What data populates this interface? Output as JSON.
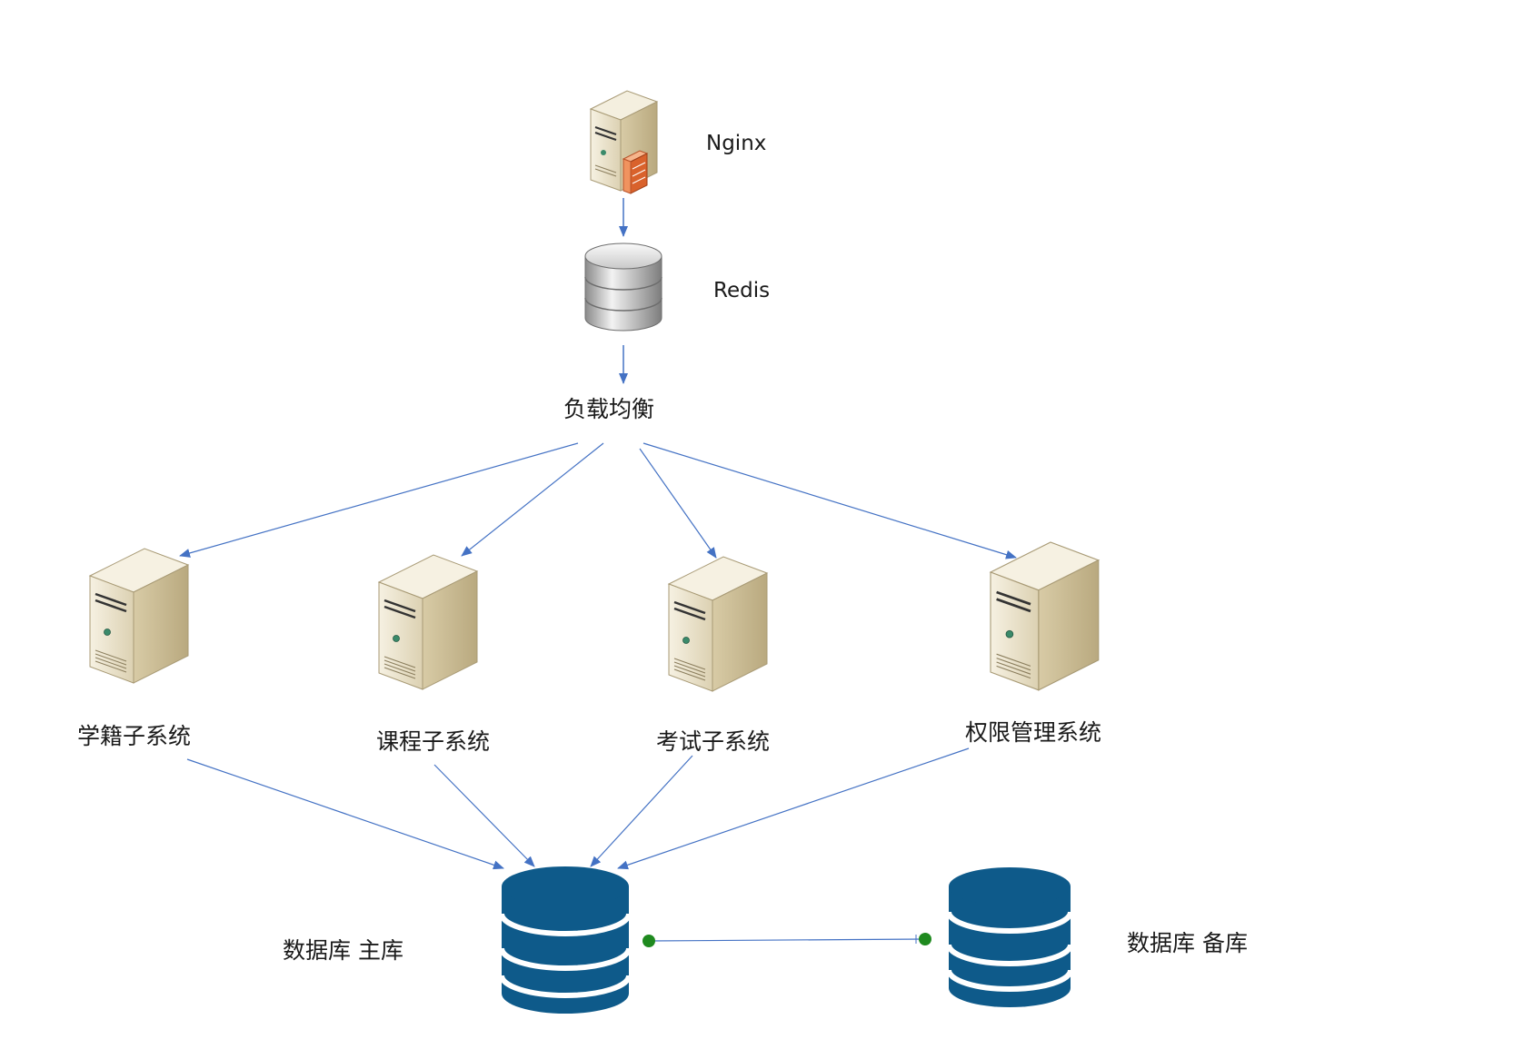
{
  "nodes": {
    "nginx": {
      "label": "Nginx",
      "icon": "server-firewall-icon"
    },
    "redis": {
      "label": "Redis",
      "icon": "database-cylinder-icon"
    },
    "load_balancer": {
      "label": "负载均衡"
    },
    "student_records": {
      "label": "学籍子系统",
      "icon": "server-tower-icon"
    },
    "courses": {
      "label": "课程子系统",
      "icon": "server-tower-icon"
    },
    "exams": {
      "label": "考试子系统",
      "icon": "server-tower-icon"
    },
    "permissions": {
      "label": "权限管理系统",
      "icon": "server-tower-icon"
    },
    "db_primary": {
      "label": "数据库 主库",
      "icon": "database-icon"
    },
    "db_backup": {
      "label": "数据库 备库",
      "icon": "database-icon"
    }
  },
  "colors": {
    "arrow": "#4472c4",
    "db_fill": "#0e5a8a",
    "sync_dot": "#1f8a1f",
    "server_body": "#e6dcc0",
    "server_side": "#c2b38d"
  }
}
